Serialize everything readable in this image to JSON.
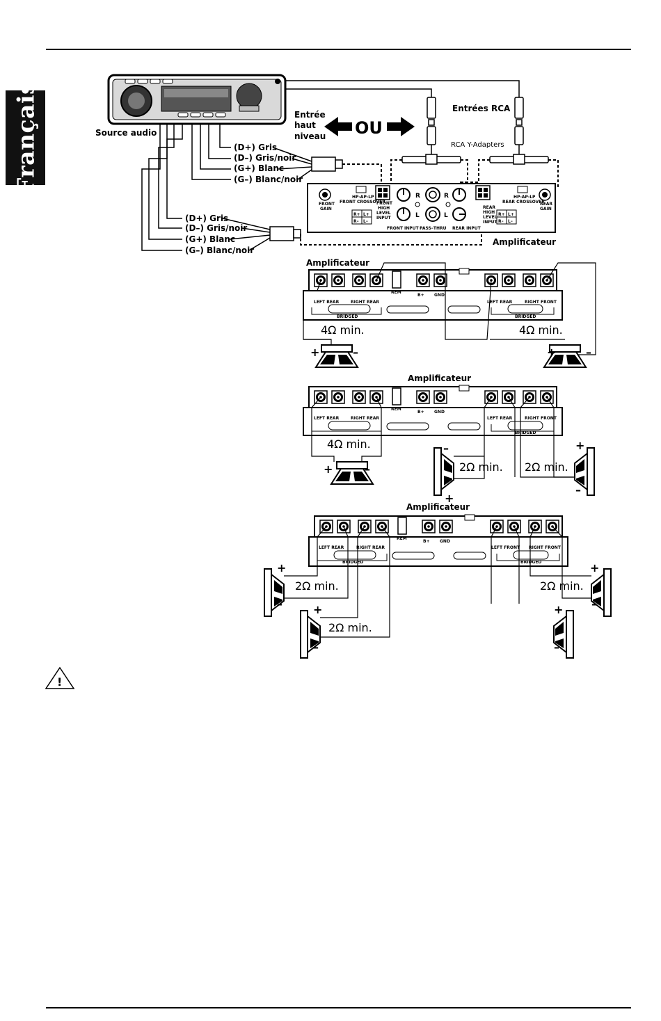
{
  "sidebar": {
    "language": "Français"
  },
  "head_unit": {
    "label": "Source audio"
  },
  "inputs": {
    "high_level_line1": "Entrée",
    "high_level_line2": "haut",
    "high_level_line3": "niveau",
    "or_word": "OU",
    "rca_label": "Entrées RCA",
    "rca_adapters": "RCA Y-Adapters"
  },
  "wires_top": [
    "(D+) Gris",
    "(D–) Gris/noir",
    "(G+) Blanc",
    "(G–) Blanc/noir"
  ],
  "wires_bottom": [
    "(D+) Gris",
    "(D–) Gris/noir",
    "(G+) Blanc",
    "(G–) Blanc/noir"
  ],
  "amp_panel": {
    "front_gain": [
      "FRONT",
      "GAIN"
    ],
    "rear_gain": [
      "REAR",
      "GAIN"
    ],
    "hp_ap_lp": "HP-AP-LP",
    "front_crossover": "FRONT CROSSOVER",
    "rear_crossover": "REAR CROSSOVER",
    "front_high_level": [
      "FRONT",
      "HIGH",
      "LEVEL",
      "INPUT"
    ],
    "rear_high_level": [
      "REAR",
      "HIGH",
      "LEVEL",
      "INPUT"
    ],
    "front_input": "FRONT INPUT",
    "pass_thru": "PASS–THRU",
    "rear_input": "REAR INPUT",
    "r": "R",
    "l": "L",
    "r_plus": "R+",
    "l_plus": "L+",
    "r_minus": "R–",
    "l_minus": "L–",
    "caption": "Amplificateur"
  },
  "amp_terminals": {
    "title": "Amplificateur",
    "left_rear": "LEFT REAR",
    "right_rear": "RIGHT REAR",
    "left_front": "LEFT FRONT",
    "right_front": "RIGHT FRONT",
    "rem": "REM",
    "b_plus": "B+",
    "gnd": "GND",
    "bridged": "BRIDGED",
    "plus": "+",
    "minus": "–"
  },
  "impedance": {
    "four_ohm": "4Ω min.",
    "two_ohm": "2Ω min."
  },
  "warning": {
    "symbol": "!"
  }
}
